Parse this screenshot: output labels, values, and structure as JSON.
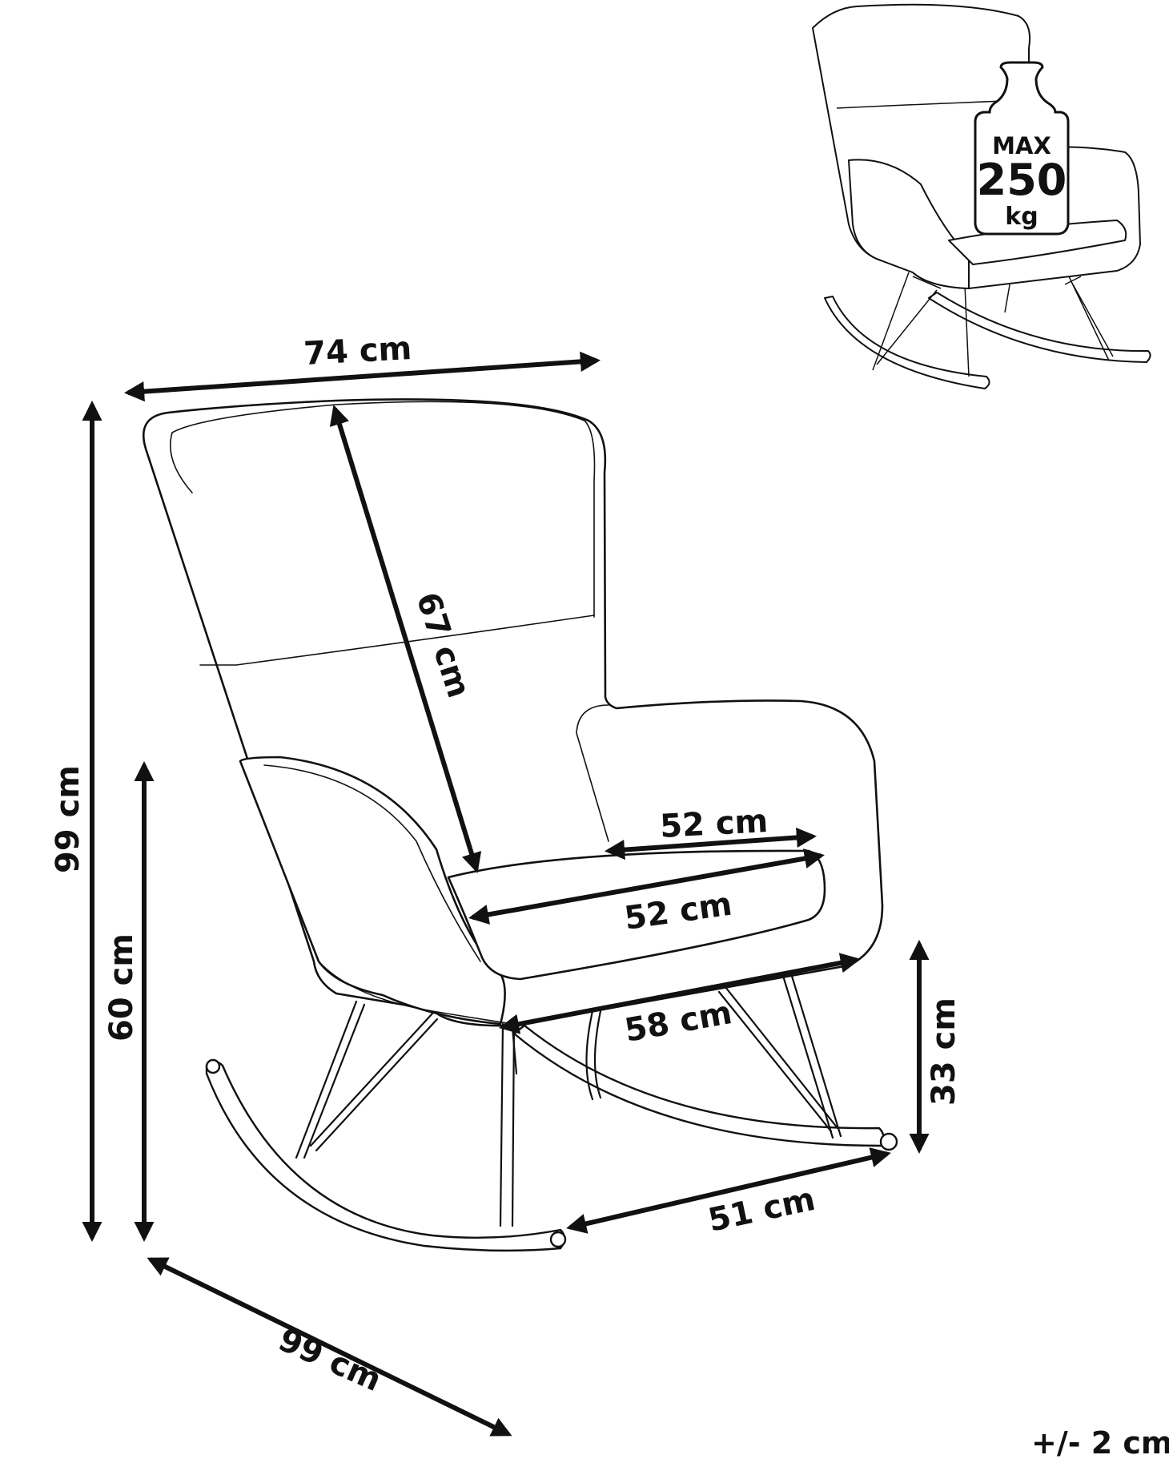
{
  "dimensions": {
    "width": "74 cm",
    "total_height": "99 cm",
    "backrest_height": "67 cm",
    "armrest_height": "60 cm",
    "seat_width_back": "52 cm",
    "seat_width_front": "52 cm",
    "base_width": "58 cm",
    "seat_height": "33 cm",
    "rocker_depth": "51 cm",
    "depth": "99 cm"
  },
  "load_badge": {
    "max_label": "MAX",
    "value": "250",
    "unit": "kg"
  },
  "tolerance": "+/- 2 cm"
}
